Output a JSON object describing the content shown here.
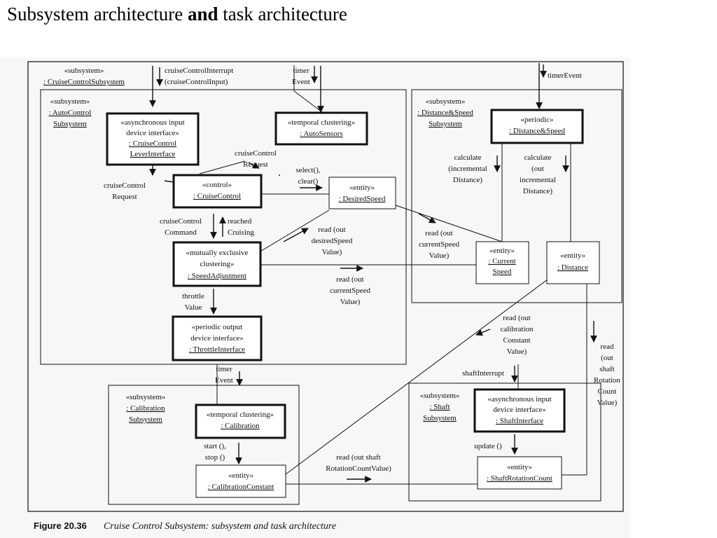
{
  "title": {
    "part1": "Subsystem architecture ",
    "bold": "and",
    "part2": " task architecture"
  },
  "caption": {
    "label": "Figure 20.36",
    "text": "Cruise Control Subsystem: subsystem and task architecture"
  },
  "outer": {
    "stereo": "«subsystem»",
    "name": ": CruiseControlSubsystem"
  },
  "auto": {
    "stereo": "«subsystem»",
    "name1": ": AutoControl",
    "name2": "Subsystem"
  },
  "distsub": {
    "stereo": "«subsystem»",
    "name1": ": Distance&Speed",
    "name2": "Subsystem"
  },
  "calsub": {
    "stereo": "«subsystem»",
    "name1": ": Calibration",
    "name2": "Subsystem"
  },
  "shaftsub": {
    "stereo": "«subsystem»",
    "name1": ": Shaft",
    "name2": "Subsystem"
  },
  "tasks": {
    "lever": {
      "l1": "«asynchronous input",
      "l2": "device interface»",
      "l3": ": CruiseControl",
      "l4": "LeverInterface"
    },
    "sensors": {
      "l1": "«temporal clustering»",
      "l2": ": AutoSensors"
    },
    "control": {
      "l1": "«control»",
      "l2": ": CruiseControl"
    },
    "desired": {
      "l1": "«entity»",
      "l2": ": DesiredSpeed"
    },
    "speedadj": {
      "l1": "«mutually exclusive",
      "l2": "clustering»",
      "l3": ": SpeedAdjustment"
    },
    "throttle": {
      "l1": "«periodic output",
      "l2": "device interface»",
      "l3": ": ThrottleInterface"
    },
    "distspeed": {
      "l1": "«periodic»",
      "l2": ": Distance&Speed"
    },
    "curspeed": {
      "l1": "«entity»",
      "l2": ": Current",
      "l3": "Speed"
    },
    "distance": {
      "l1": "«entity»",
      "l2": ": Distance"
    },
    "calibration": {
      "l1": "«temporal clustering»",
      "l2": ": Calibration"
    },
    "calconst": {
      "l1": "«entity»",
      "l2": ": CalibrationConstant"
    },
    "shaftif": {
      "l1": "«asynchronous input",
      "l2": "device interface»",
      "l3": ": ShaftInterface"
    },
    "shaftcount": {
      "l1": "«entity»",
      "l2": ": ShaftRotationCount"
    }
  },
  "labels": {
    "cci": {
      "l1": "cruiseControlInterrupt",
      "l2": "(cruiseControlInput)"
    },
    "timer_top": {
      "l1": "timer",
      "l2": "Event"
    },
    "timerEvent": "timerEvent",
    "ccreq_top": {
      "l1": "cruiseControl",
      "l2": "Request"
    },
    "ccreq_left": {
      "l1": "cruiseControl",
      "l2": "Request"
    },
    "select": {
      "l1": "select(),",
      "l2": "clear()"
    },
    "cccmd": {
      "l1": "cruiseControl",
      "l2": "Command"
    },
    "reached": {
      "l1": "reached",
      "l2": "Cruising"
    },
    "read_desired": {
      "l1": "read (out",
      "l2": "desiredSpeed",
      "l3": "Value)"
    },
    "read_cur1": {
      "l1": "read (out",
      "l2": "currentSpeed",
      "l3": "Value)"
    },
    "read_cur2": {
      "l1": "read (out",
      "l2": "currentSpeed",
      "l3": "Value)"
    },
    "throttleval": {
      "l1": "throttle",
      "l2": "Value"
    },
    "calc1": {
      "l1": "calculate",
      "l2": "(incremental",
      "l3": "Distance)"
    },
    "calc2": {
      "l1": "calculate",
      "l2": "(out",
      "l3": "incremental",
      "l4": "Distance)"
    },
    "read_calib": {
      "l1": "read (out",
      "l2": "calibration",
      "l3": "Constant",
      "l4": "Value)"
    },
    "read_shaft_right": {
      "l1": "read",
      "l2": "(out",
      "l3": "shaft",
      "l4": "Rotation",
      "l5": "Count",
      "l6": "Value)"
    },
    "timer_cal": {
      "l1": "timer",
      "l2": "Event"
    },
    "startstop": {
      "l1": "start (),",
      "l2": "stop ()"
    },
    "shaftInterrupt": "shaftInterrupt",
    "update": "update ()",
    "read_shaft_bottom": {
      "l1": "read (out shaft",
      "l2": "RotationCountValue)"
    }
  }
}
